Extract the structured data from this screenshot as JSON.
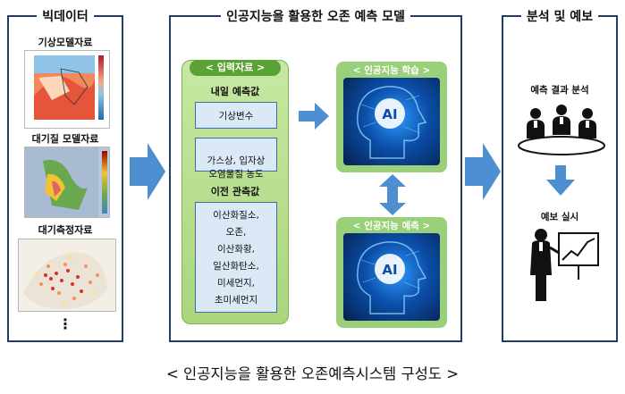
{
  "panels": {
    "bigdata": {
      "title": "빅데이터",
      "items": [
        "기상모델자료",
        "대기질 모델자료",
        "대기측정자료"
      ],
      "more": "⋮"
    },
    "model": {
      "title": "인공지능을 활용한 오존 예측 모델",
      "input_header": "< 입력자료 >",
      "next_day_title": "내일 예측값",
      "next_day_items": [
        "기상변수",
        "가스상, 입자상\n오염물질 농도"
      ],
      "past_title": "이전 관측값",
      "past_items": [
        "이산화질소,",
        "오존,",
        "이산화황,",
        "일산화탄소,",
        "미세먼지,",
        "초미세먼지"
      ],
      "ai_learning": "< 인공지능 학습 >",
      "ai_predict": "< 인공지능 예측 >",
      "ai_text": "AI"
    },
    "analysis": {
      "title": "분석 및 예보",
      "step1": "예측 결과 분석",
      "step2": "예보 실시"
    }
  },
  "caption": "< 인공지능을 활용한 오존예측시스템 구성도 >",
  "colors": {
    "frame": "#1f3d66",
    "arrow": "#4d8fd1",
    "green": "#5aa233",
    "light_green": "#b9df8f",
    "blue_box": "#dbe9f7"
  }
}
